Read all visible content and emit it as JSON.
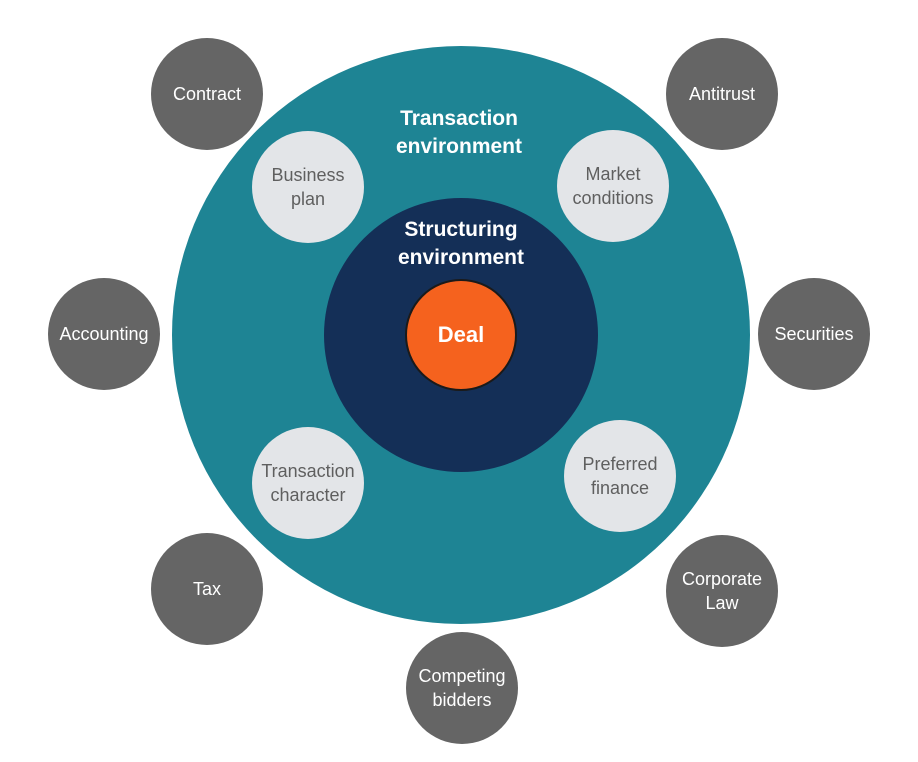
{
  "colors": {
    "transaction_ring": "#1e8494",
    "structuring_core": "#142f57",
    "deal": "#f5621e",
    "inner_node": "#e3e5e8",
    "outer_node": "#656565"
  },
  "labels": {
    "transaction_environment": "Transaction\nenvironment",
    "structuring_environment": "Structuring\nenvironment",
    "deal": "Deal"
  },
  "inner_factors": {
    "business_plan": "Business\nplan",
    "market_conditions": "Market\nconditions",
    "transaction_character": "Transaction\ncharacter",
    "preferred_finance": "Preferred\nfinance"
  },
  "outer_factors": {
    "contract": "Contract",
    "antitrust": "Antitrust",
    "accounting": "Accounting",
    "securities": "Securities",
    "tax": "Tax",
    "corporate_law": "Corporate\nLaw",
    "competing_bidders": "Competing\nbidders"
  }
}
